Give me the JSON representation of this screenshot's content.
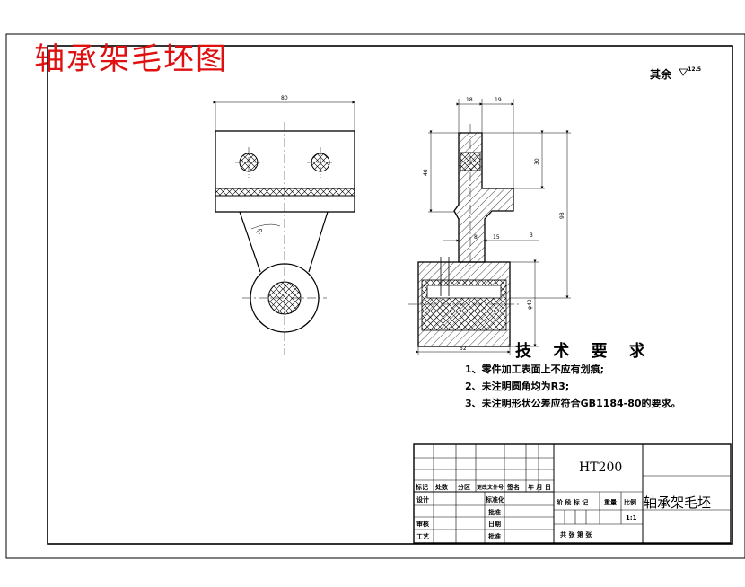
{
  "title": "轴承架毛坯图",
  "roughness": {
    "label": "其余",
    "value": "12.5"
  },
  "technical": {
    "heading": "技 术 要 求",
    "items": [
      "1、零件加工表面上不应有划痕;",
      "2、未注明圆角均为R3;",
      "3、未注明形状公差应符合GB1184-80的要求。"
    ]
  },
  "dims": {
    "top_width": "80",
    "angle": "75",
    "w1": "18",
    "w2": "19",
    "h_left": "48",
    "h_right": "30",
    "h_total": "98",
    "web": "8",
    "web2": "15",
    "gap": "3",
    "boss_h": "φ40",
    "bottom_width": "52"
  },
  "title_block": {
    "material": "HT200",
    "part_name": "轴承架毛坯",
    "rev_headers": [
      "标记",
      "处数",
      "分区",
      "更改文件号",
      "签名",
      "年 月 日"
    ],
    "sign_rows": [
      "设计",
      "",
      "审核",
      "工艺"
    ],
    "std_col": [
      "标准化",
      "批准"
    ],
    "center_col": [
      "批准",
      "日期"
    ],
    "stage_labels": "阶 段 标 记",
    "weight_label": "重量",
    "scale_label": "比例",
    "scale_value": "1:1",
    "sheet_text": "共    张  第    张"
  }
}
